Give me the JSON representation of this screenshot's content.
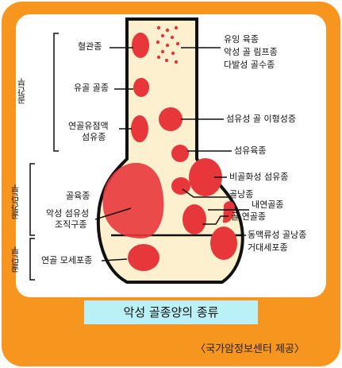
{
  "title": "악성 골종양의 종류",
  "credit": "〈국가암정보센터 제공〉",
  "colors": {
    "frame": "#f6961f",
    "bone_fill": "#fdf0cf",
    "tumor": "#e8373a",
    "title_bg": "#b9f1f7"
  },
  "regions": {
    "diaphysis": "골간부",
    "metaphysis": "골간단부",
    "epiphysis": "골단부"
  },
  "labels": {
    "hemangioma": "혈관종",
    "osteoid_osteoma": "유골 골종",
    "chondromyxoid_fibroma_1": "연골유점액",
    "chondromyxoid_fibroma_2": "섬유종",
    "osteosarcoma": "골육종",
    "malignant_fibrous_histiocytoma_1": "악성 섬유성",
    "malignant_fibrous_histiocytoma_2": "조직구종",
    "chondroblastoma": "연골 모세포종",
    "ewing_1": "유잉 육종",
    "ewing_2": "악성 골 림프종",
    "ewing_3": "다발성 골수종",
    "fibrous_dysplasia": "섬유성 골 이형성증",
    "fibrosarcoma": "섬유육종",
    "nonossifying_fibroma": "비골화성 섬유종",
    "bone_cyst": "골낭종",
    "enchondroma": "내연골종",
    "osteochondroma": "골 연골종",
    "aneurysmal_bone_cyst": "동맥류성 골낭종",
    "giant_cell_tumor": "거대세포종"
  }
}
